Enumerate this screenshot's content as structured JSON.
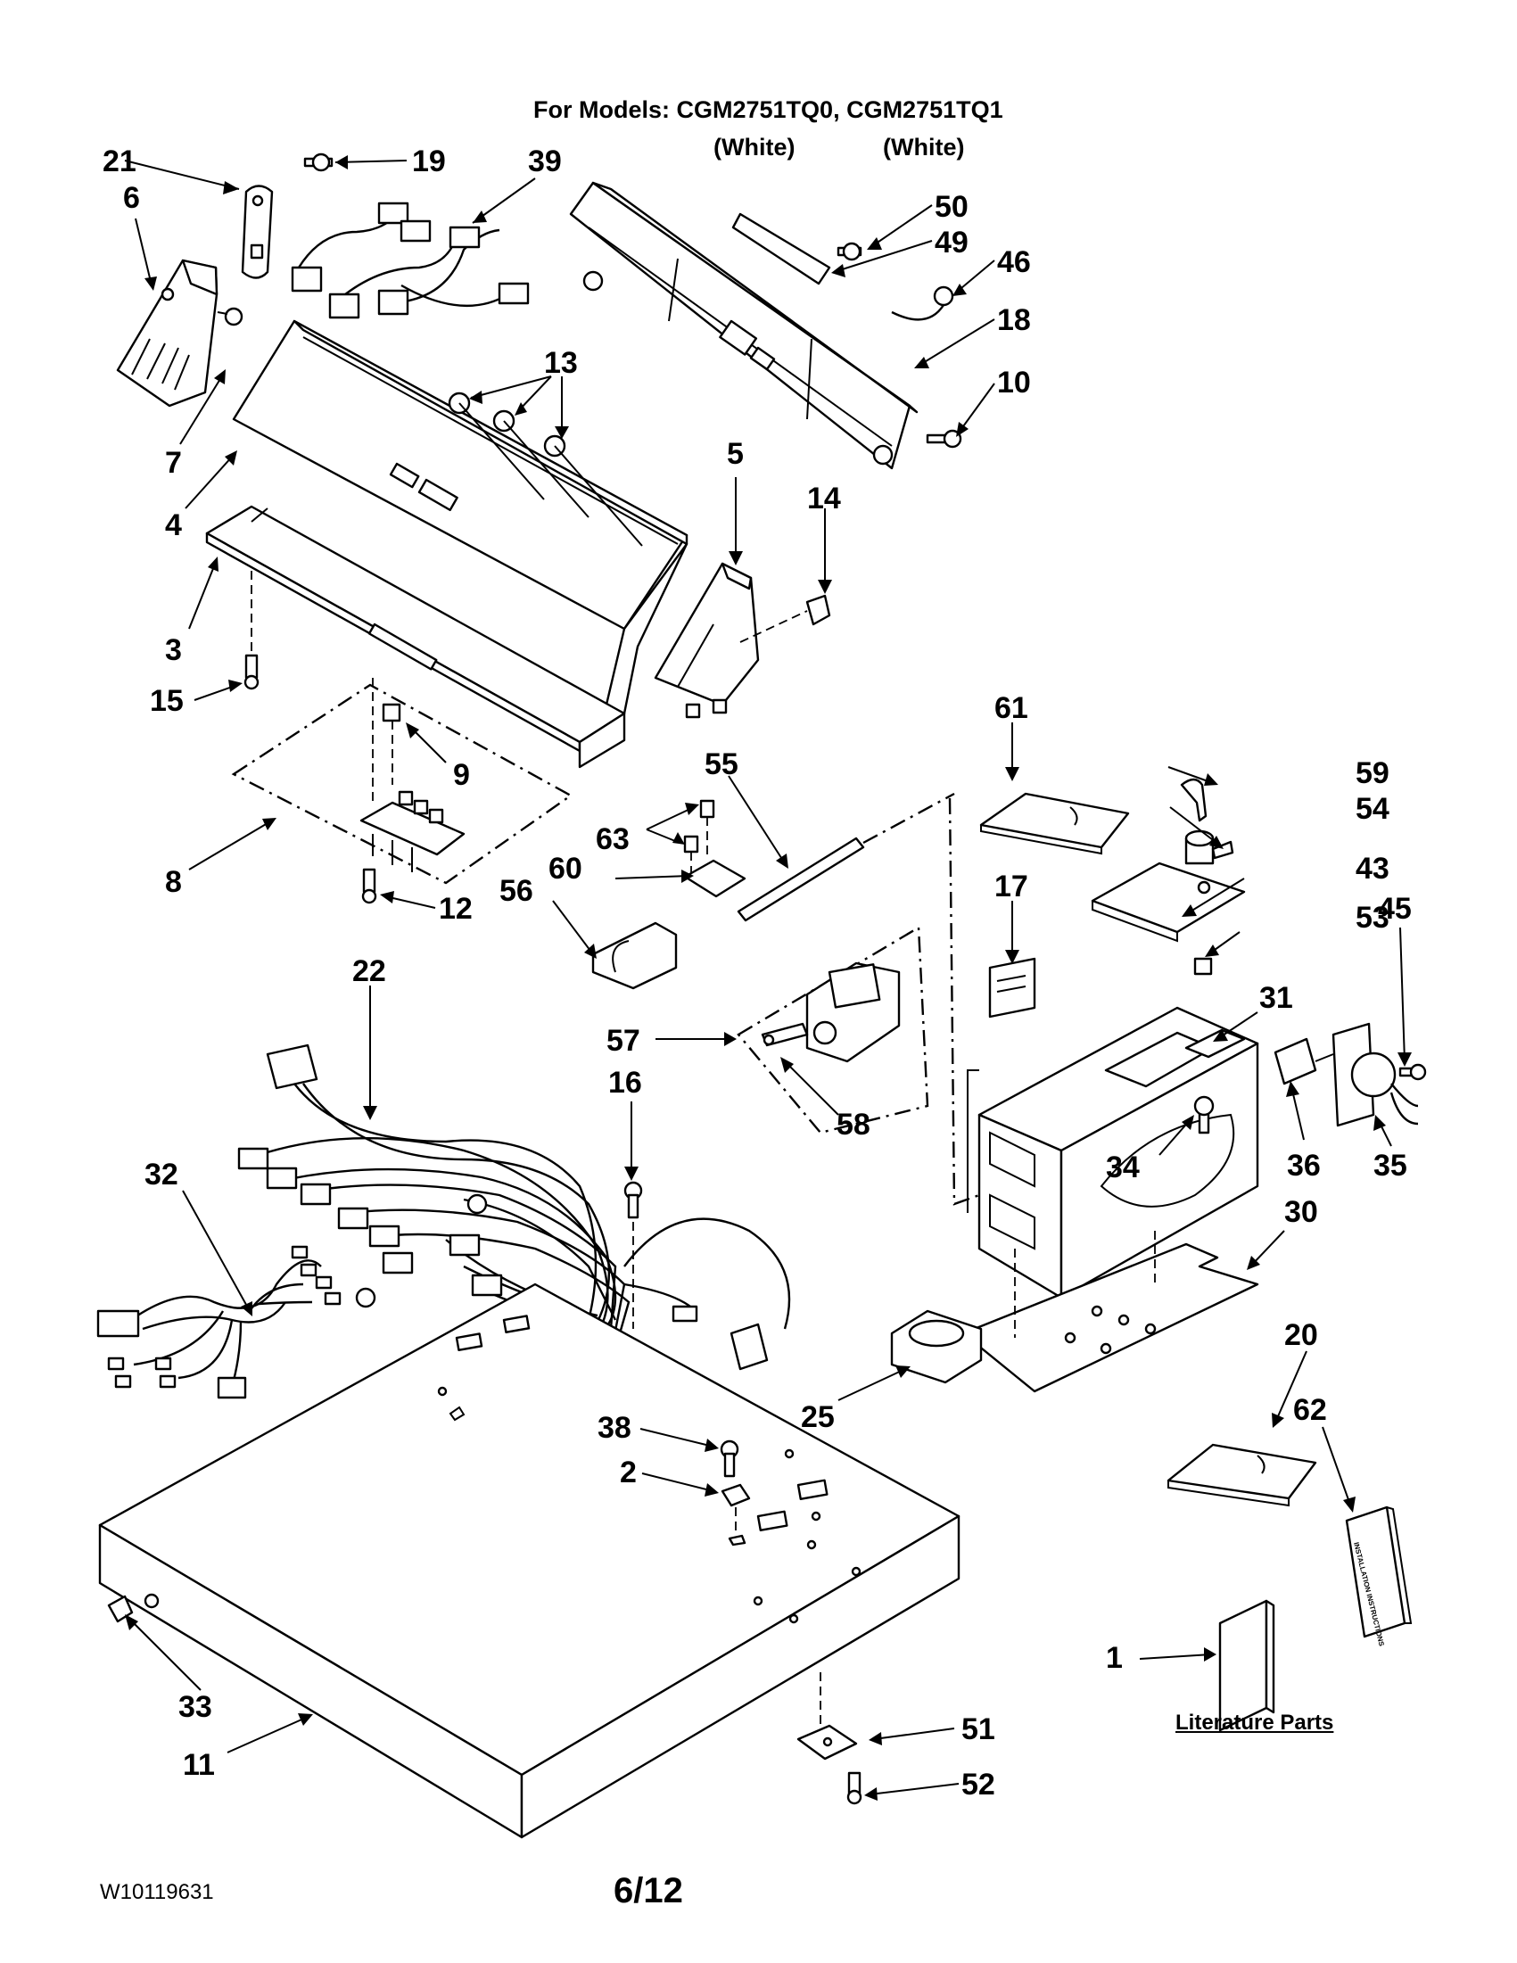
{
  "header": {
    "models_line": "For Models: CGM2751TQ0, CGM2751TQ1",
    "color_1": "(White)",
    "color_2": "(White)"
  },
  "footer": {
    "doc_number": "W10119631",
    "page": "6/12"
  },
  "literature": {
    "caption": "Literature Parts",
    "booklet_text": "INSTALLATION INSTRUCTIONS"
  },
  "callouts": [
    "21",
    "19",
    "39",
    "6",
    "50",
    "49",
    "46",
    "18",
    "13",
    "7",
    "10",
    "4",
    "5",
    "14",
    "3",
    "15",
    "9",
    "61",
    "59",
    "55",
    "54",
    "8",
    "63",
    "43",
    "60",
    "17",
    "12",
    "56",
    "53",
    "45",
    "22",
    "31",
    "57",
    "16",
    "58",
    "32",
    "34",
    "36",
    "35",
    "30",
    "25",
    "38",
    "20",
    "62",
    "2",
    "1",
    "33",
    "51",
    "11",
    "52"
  ]
}
